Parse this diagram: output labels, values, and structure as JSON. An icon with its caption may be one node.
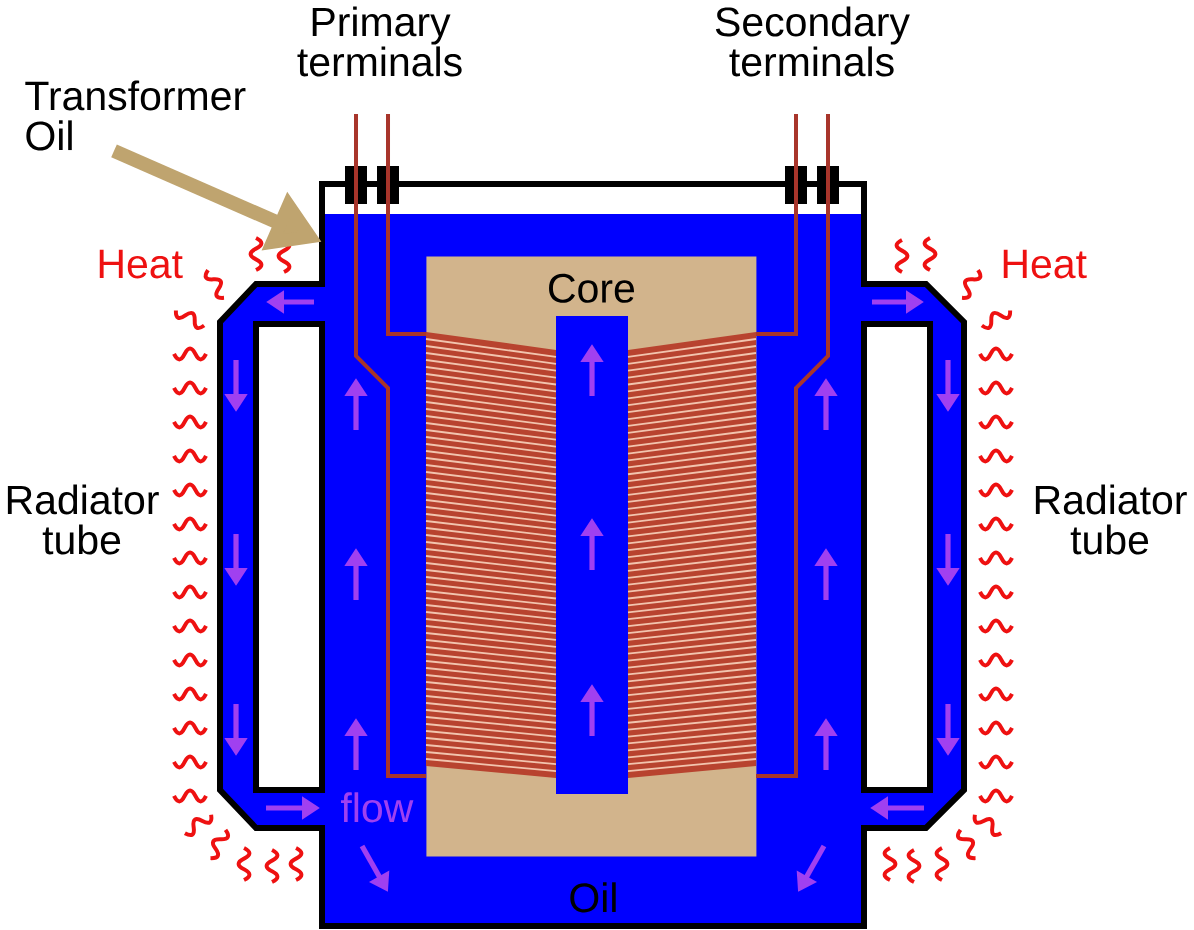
{
  "diagram": {
    "nodes": [
      {
        "text": [
          "Transformer Oil"
        ]
      },
      {
        "text": [
          "Oil"
        ]
      },
      {
        "text": [
          "Core"
        ],
        "in": 1
      }
    ],
    "edges": [
      {
        "from": 0,
        "to": 1,
        "arrow": "to",
        "color": "#bfa46f"
      }
    ],
    "labels": [
      "Primary terminals",
      "Secondary terminals",
      "Heat",
      "Heat",
      "Radiator tube",
      "Radiator tube",
      "flow"
    ]
  }
}
